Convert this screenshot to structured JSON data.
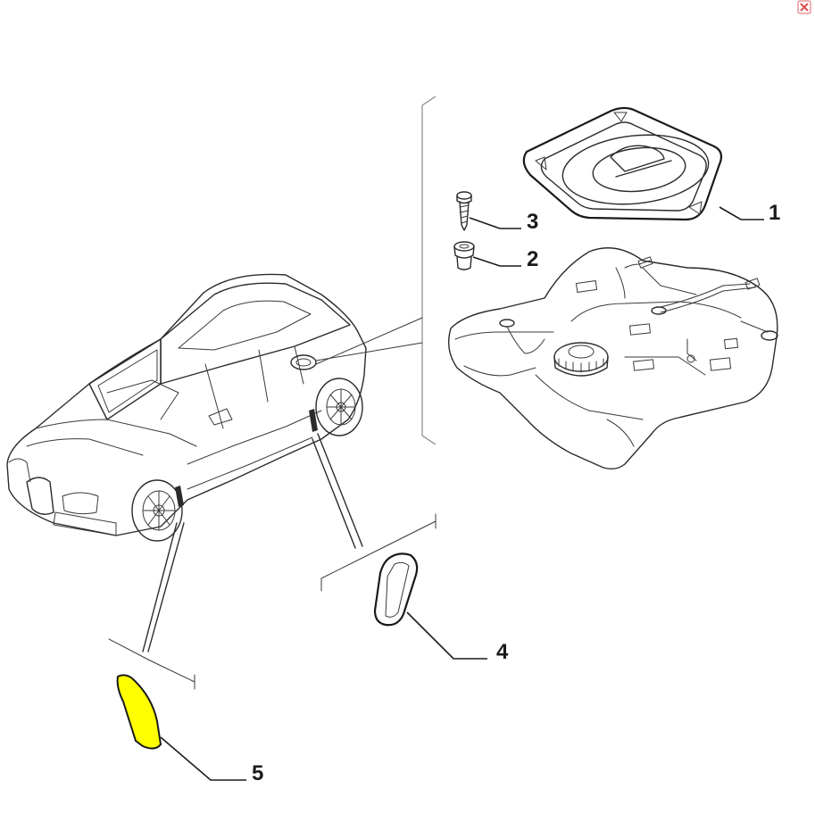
{
  "callouts": [
    {
      "id": "1",
      "label": "1"
    },
    {
      "id": "2",
      "label": "2"
    },
    {
      "id": "3",
      "label": "3"
    },
    {
      "id": "4",
      "label": "4"
    },
    {
      "id": "5",
      "label": "5"
    }
  ],
  "colors": {
    "highlight": "#ffff00",
    "line": "#2b2b2b",
    "close": "#d9534f"
  },
  "icons": {
    "close": "close-icon"
  }
}
